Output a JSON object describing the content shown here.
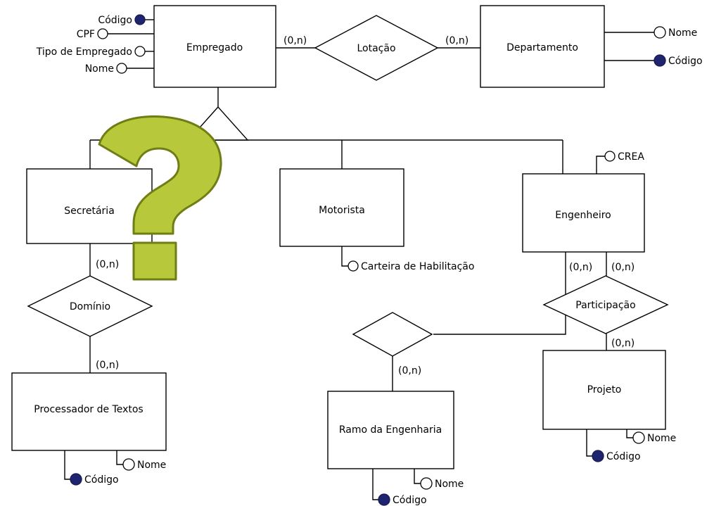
{
  "colors": {
    "key_attribute": "#1f2470",
    "question_mark_fill": "#b7c93a",
    "question_mark_stroke": "#6f7d14"
  },
  "entities": {
    "empregado": "Empregado",
    "departamento": "Departamento",
    "secretaria": "Secretária",
    "motorista": "Motorista",
    "engenheiro": "Engenheiro",
    "processador": "Processador de Textos",
    "ramo": "Ramo da Engenharia",
    "projeto": "Projeto"
  },
  "relationships": {
    "lotacao": "Lotação",
    "dominio": "Domínio",
    "participacao": "Participação",
    "unnamed": ""
  },
  "attributes": {
    "empregado_codigo": "Código",
    "empregado_cpf": "CPF",
    "empregado_tipo": "Tipo de Empregado",
    "empregado_nome": "Nome",
    "departamento_nome": "Nome",
    "departamento_codigo": "Código",
    "engenheiro_crea": "CREA",
    "motorista_carteira": "Carteira de Habilitação",
    "processador_nome": "Nome",
    "processador_codigo": "Código",
    "ramo_nome": "Nome",
    "ramo_codigo": "Código",
    "projeto_nome": "Nome",
    "projeto_codigo": "Código"
  },
  "cardinalities": {
    "empregado_lotacao": "(0,n)",
    "lotacao_departamento": "(0,n)",
    "secretaria_dominio": "(0,n)",
    "dominio_processador": "(0,n)",
    "engenheiro_ramo": "(0,n)",
    "engenheiro_participacao": "(0,n)",
    "participacao_projeto": "(0,n)",
    "ramo_relation": "(0,n)"
  },
  "overlay_icon": "question-mark"
}
